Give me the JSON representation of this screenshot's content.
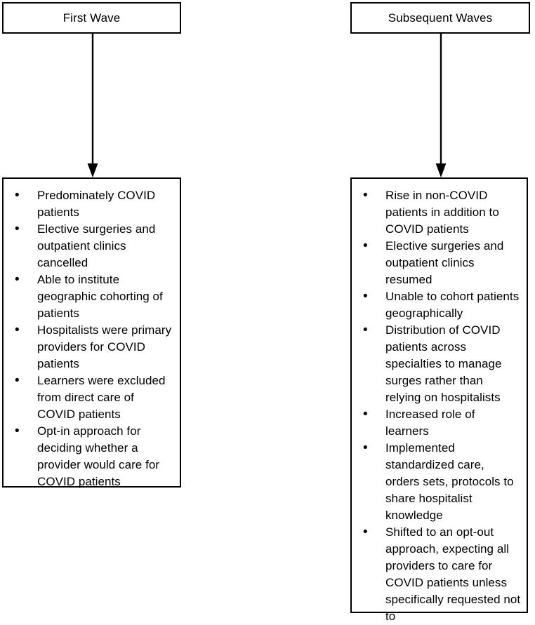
{
  "diagram": {
    "type": "two-column-comparison-flowchart",
    "bullet_glyph": "•",
    "colors": {
      "stroke": "#000000",
      "fill": "#ffffff",
      "text": "#000000"
    },
    "columns": [
      {
        "id": "first-wave",
        "header": "First Wave",
        "arrow": "downward-arrow",
        "items": [
          "Predominately COVID patients",
          "Elective surgeries and outpatient clinics cancelled",
          "Able to institute geographic cohorting of patients",
          "Hospitalists were primary providers for COVID patients",
          "Learners were excluded from direct care of COVID patients",
          "Opt-in approach for deciding whether a provider would care for COVID patients"
        ]
      },
      {
        "id": "subsequent-waves",
        "header": "Subsequent Waves",
        "arrow": "downward-arrow",
        "items": [
          "Rise in non-COVID patients in addition to COVID patients",
          "Elective surgeries and outpatient clinics resumed",
          "Unable to cohort patients geographically",
          "Distribution of COVID patients across specialties to manage surges rather than relying on hospitalists",
          "Increased role of learners",
          "Implemented standardized care, orders sets, protocols to share hospitalist knowledge",
          "Shifted to an opt-out approach, expecting all providers to care for COVID patients unless specifically requested not to"
        ]
      }
    ]
  }
}
